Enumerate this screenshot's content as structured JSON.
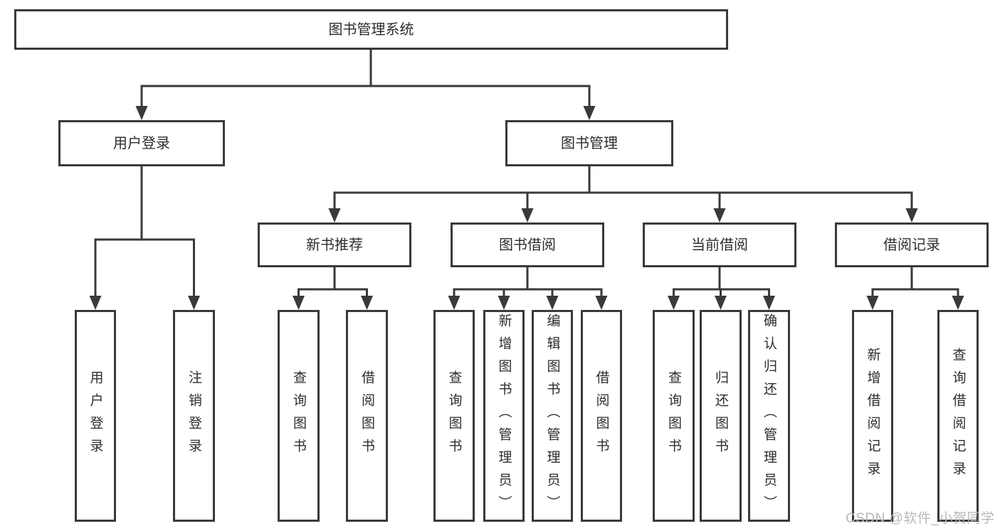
{
  "diagram": {
    "title": "图书管理系统",
    "branches": [
      {
        "label": "用户登录",
        "children": [
          {
            "label": "用户登录"
          },
          {
            "label": "注销登录"
          }
        ]
      },
      {
        "label": "图书管理",
        "children": [
          {
            "label": "新书推荐",
            "children": [
              {
                "label": "查询图书"
              },
              {
                "label": "借阅图书"
              }
            ]
          },
          {
            "label": "图书借阅",
            "children": [
              {
                "label": "查询图书"
              },
              {
                "label": "新增图书（管理员）"
              },
              {
                "label": "编辑图书（管理员）"
              },
              {
                "label": "借阅图书"
              }
            ]
          },
          {
            "label": "当前借阅",
            "children": [
              {
                "label": "查询图书"
              },
              {
                "label": "归还图书"
              },
              {
                "label": "确认归还（管理员）"
              }
            ]
          },
          {
            "label": "借阅记录",
            "children": [
              {
                "label": "新增借阅记录"
              },
              {
                "label": "查询借阅记录"
              }
            ]
          }
        ]
      }
    ]
  },
  "watermark": {
    "text": "CSDN @软件_小贺同学"
  },
  "colors": {
    "line": "#3a3a3a",
    "text": "#2d2d2d",
    "box_background": "#ffffff",
    "watermark": "#b8b8b8"
  }
}
